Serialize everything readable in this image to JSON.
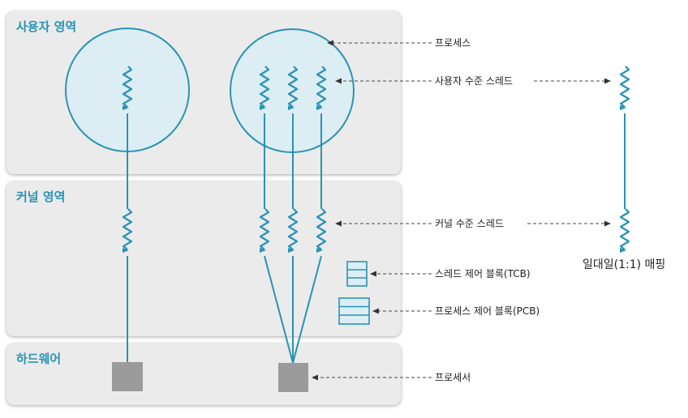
{
  "regions": {
    "user": "사용자 영역",
    "kernel": "커널 영역",
    "hardware": "하드웨어"
  },
  "labels": {
    "process": "프로세스",
    "user_thread": "사용자 수준 스레드",
    "kernel_thread": "커널 수준 스레드",
    "tcb": "스레드 제어 블록(TCB)",
    "pcb": "프로세스 제어 블록(PCB)",
    "processor": "프로세서",
    "mapping": "일대일(1:1) 매핑"
  },
  "colors": {
    "accent": "#2a93b4",
    "process_fill": "#dcedf4",
    "panel": "#ebebeb",
    "processor": "#9b9b9b"
  }
}
